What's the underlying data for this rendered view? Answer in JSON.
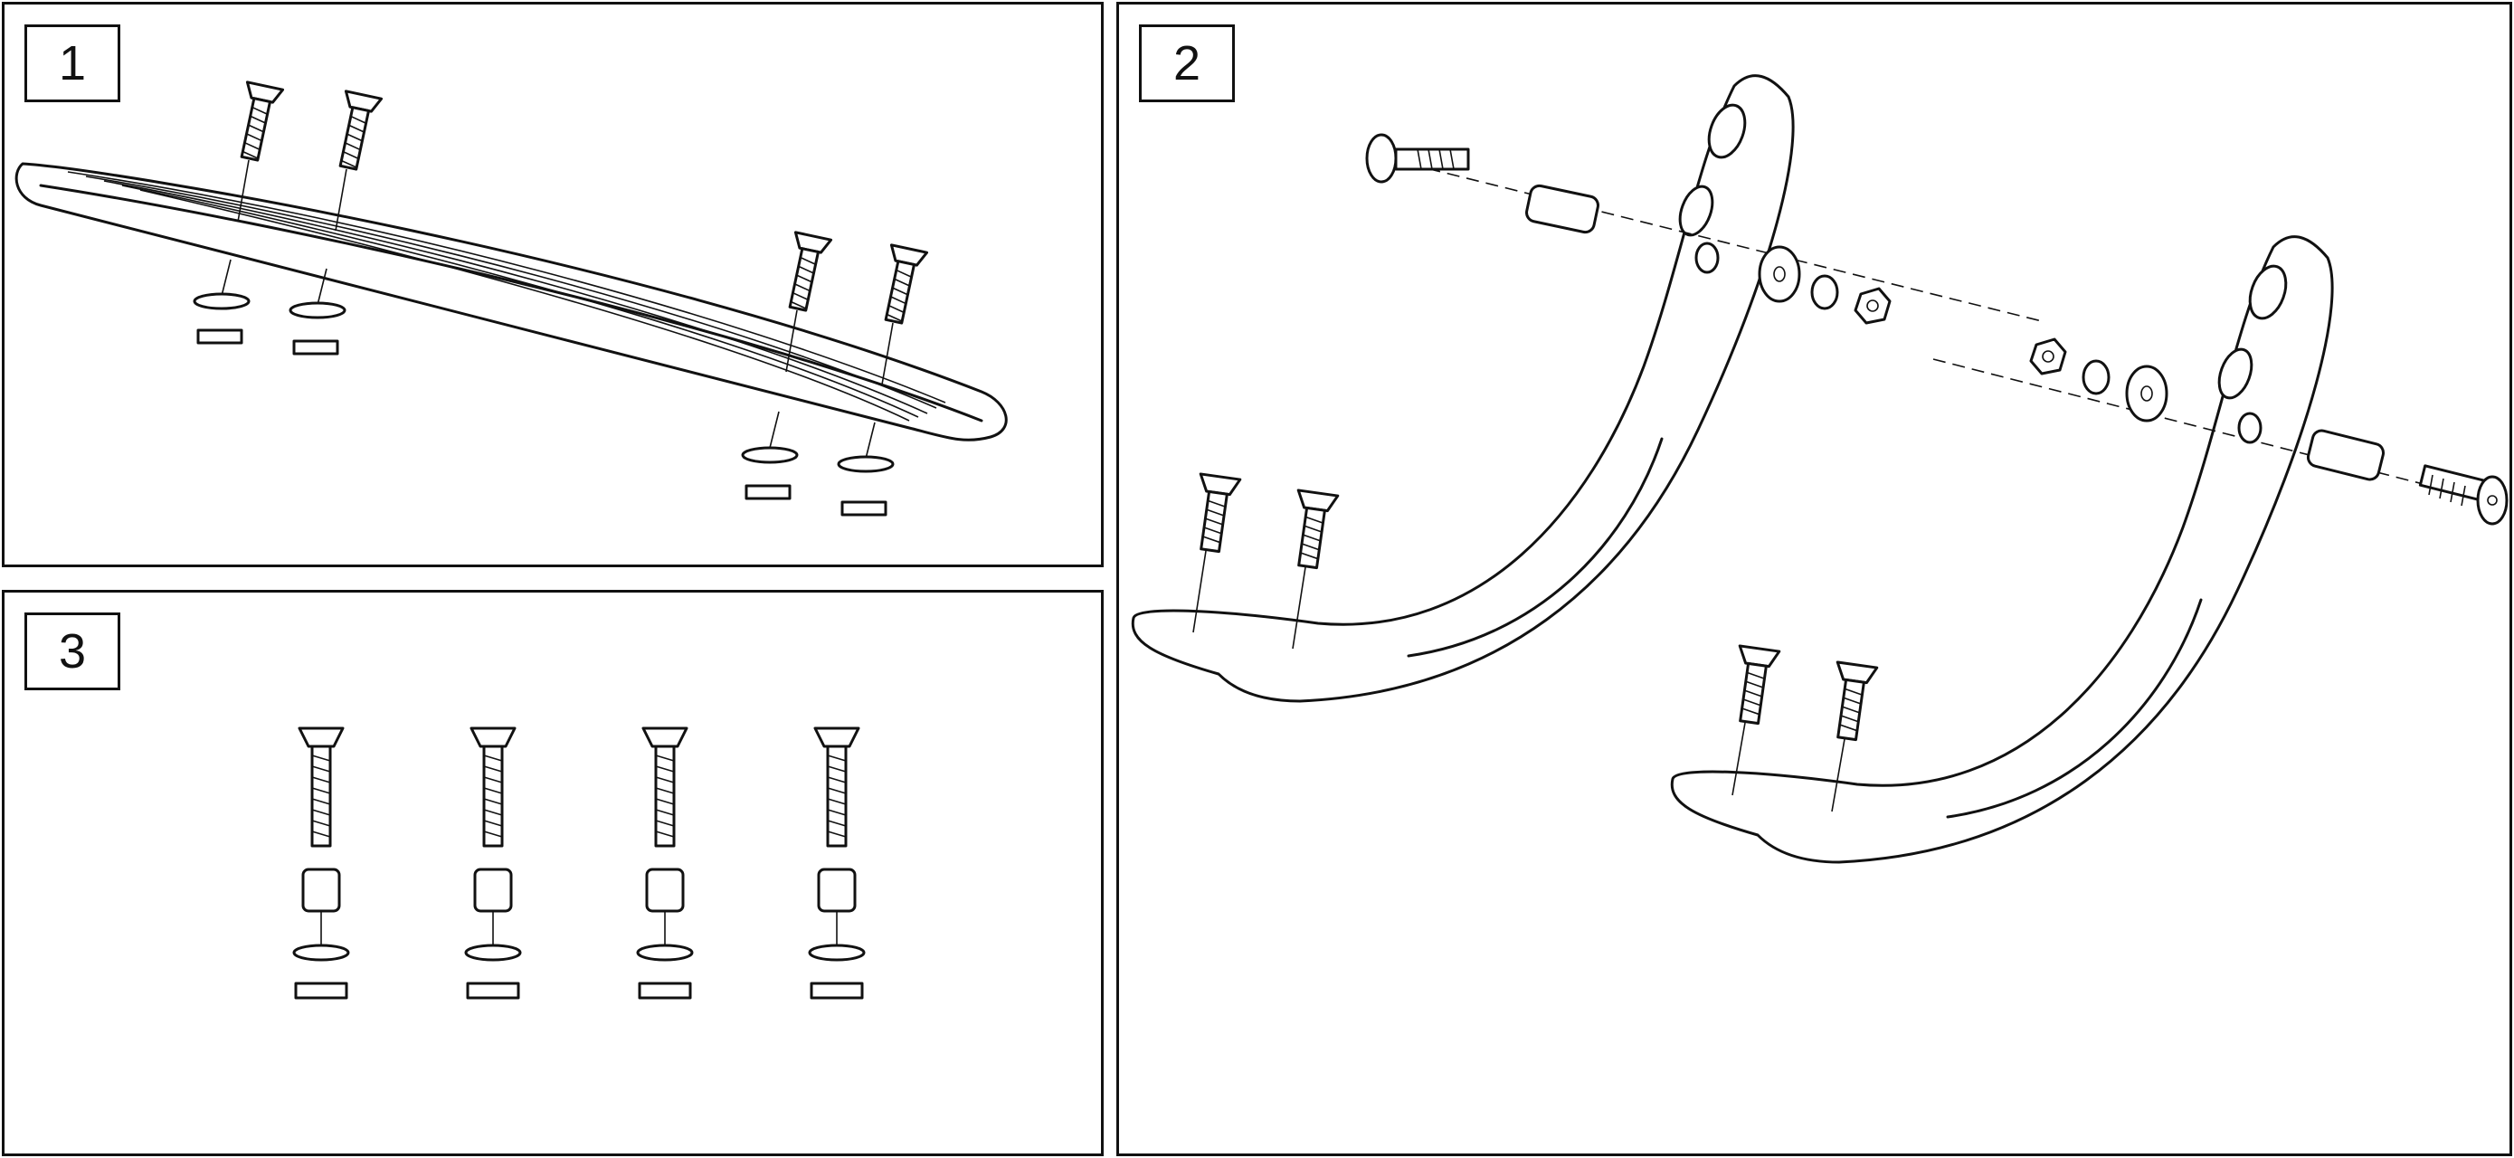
{
  "steps": [
    {
      "id": "1",
      "label": "1"
    },
    {
      "id": "2",
      "label": "2"
    },
    {
      "id": "3",
      "label": "3"
    }
  ]
}
